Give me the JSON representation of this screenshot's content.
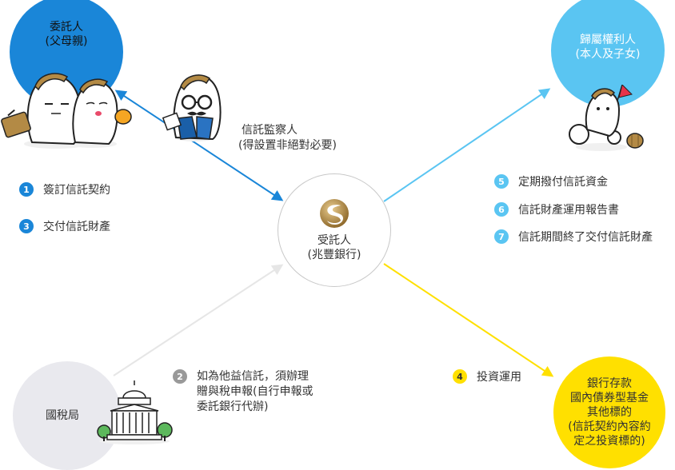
{
  "settlor": {
    "name": "委託人",
    "sub": "(父母親)"
  },
  "beneficiary": {
    "name": "歸屬權利人",
    "sub": "(本人及子女)"
  },
  "trustee": {
    "name": "受託人",
    "sub": "(兆豐銀行)"
  },
  "tax": {
    "name": "國稅局"
  },
  "investment": {
    "lines": [
      "銀行存款",
      "國內債券型基金",
      "其他標的",
      "(信託契約內容約",
      "定之投資標的)"
    ]
  },
  "supervisor": {
    "name": "信託監察人",
    "sub": "(得設置非絕對必要)"
  },
  "steps": [
    {
      "num": "1",
      "text": "簽訂信託契約"
    },
    {
      "num": "3",
      "text": "交付信託財產"
    },
    {
      "num": "5",
      "text": "定期撥付信託資金"
    },
    {
      "num": "6",
      "text": "信託財產運用報告書"
    },
    {
      "num": "7",
      "text": "信託期間終了交付信託財產"
    },
    {
      "num": "4",
      "text": "投資運用"
    }
  ],
  "step2": {
    "num": "2",
    "lines": [
      "如為他益信託，須辦理",
      "贈與稅申報(自行申報或",
      "委託銀行代辦)"
    ]
  },
  "colors": {
    "blue": "#1a86d8",
    "light_blue": "#5ac5f2",
    "gray": "#e9e9ee",
    "yellow": "#ffe000",
    "arrow_gray": "#e6e6e6",
    "gold": "#b38a45"
  }
}
